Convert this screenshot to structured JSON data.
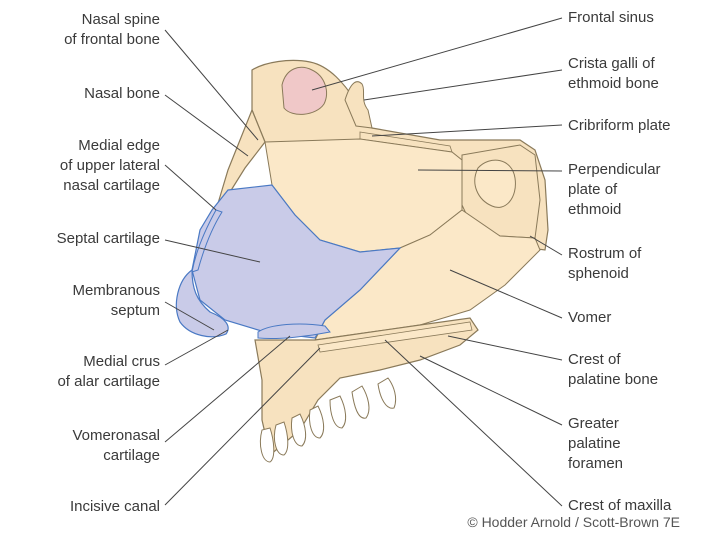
{
  "colors": {
    "bone": "#f7e2bf",
    "bone_outline": "#8a7a5a",
    "cartilage": "#c9cbe8",
    "cartilage_outline": "#4a79c4",
    "sinus": "#f0c8c8",
    "leader": "#444444"
  },
  "labels_left": [
    {
      "id": "nasal-spine",
      "lines": [
        "Nasal spine",
        "of frontal bone"
      ]
    },
    {
      "id": "nasal-bone",
      "lines": [
        "Nasal bone"
      ]
    },
    {
      "id": "medial-edge",
      "lines": [
        "Medial edge",
        "of upper lateral",
        "nasal cartilage"
      ]
    },
    {
      "id": "septal-cartilage",
      "lines": [
        "Septal cartilage"
      ]
    },
    {
      "id": "membranous-septum",
      "lines": [
        "Membranous",
        "septum"
      ]
    },
    {
      "id": "medial-crus",
      "lines": [
        "Medial crus",
        "of alar cartilage"
      ]
    },
    {
      "id": "vomeronasal",
      "lines": [
        "Vomeronasal",
        "cartilage"
      ]
    },
    {
      "id": "incisive-canal",
      "lines": [
        "Incisive canal"
      ]
    }
  ],
  "labels_right": [
    {
      "id": "frontal-sinus",
      "lines": [
        "Frontal sinus"
      ]
    },
    {
      "id": "crista-galli",
      "lines": [
        "Crista galli of",
        "ethmoid bone"
      ]
    },
    {
      "id": "cribriform-plate",
      "lines": [
        "Cribriform plate"
      ]
    },
    {
      "id": "perpendicular-plate",
      "lines": [
        "Perpendicular",
        "plate of",
        "ethmoid"
      ]
    },
    {
      "id": "rostrum-sphenoid",
      "lines": [
        "Rostrum of",
        "sphenoid"
      ]
    },
    {
      "id": "vomer",
      "lines": [
        "Vomer"
      ]
    },
    {
      "id": "crest-palatine",
      "lines": [
        "Crest of",
        "palatine bone"
      ]
    },
    {
      "id": "greater-palatine",
      "lines": [
        "Greater",
        "palatine",
        "foramen"
      ]
    },
    {
      "id": "crest-maxilla",
      "lines": [
        "Crest of maxilla"
      ]
    }
  ],
  "credit": "© Hodder Arnold / Scott-Brown 7E"
}
